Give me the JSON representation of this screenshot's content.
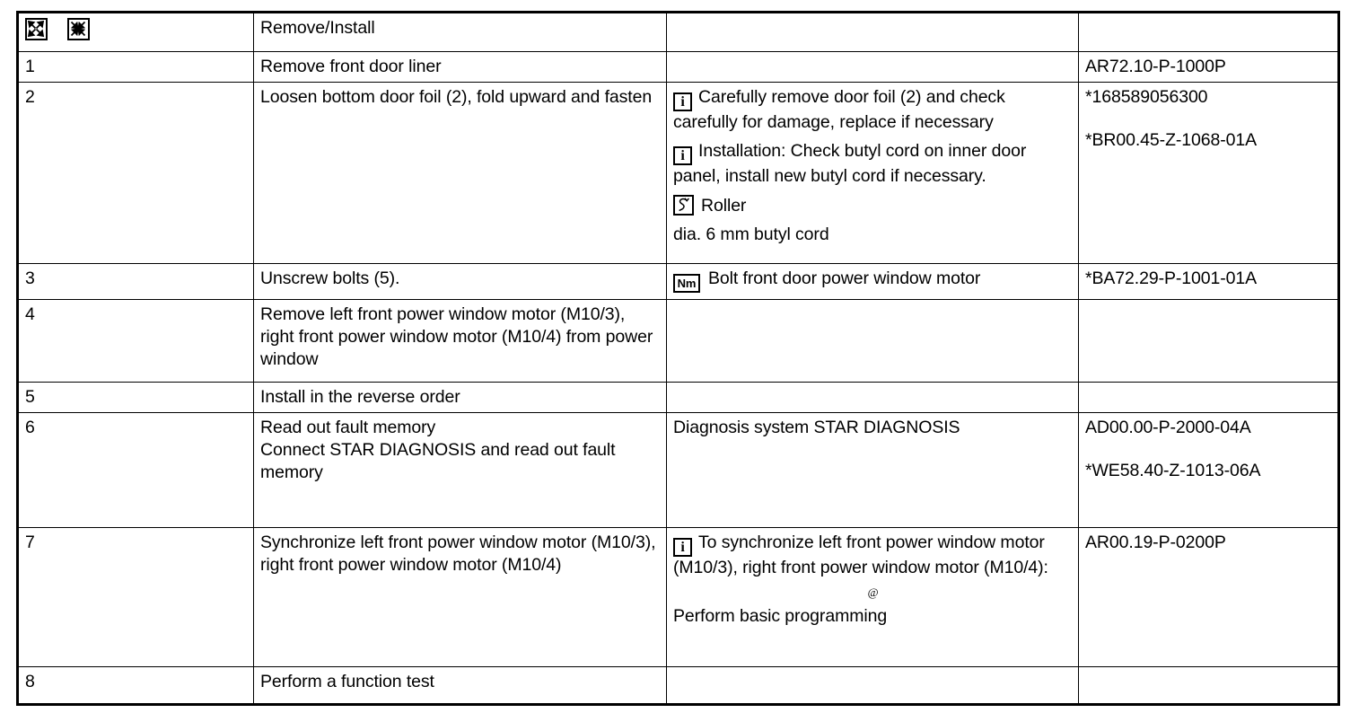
{
  "document": {
    "type": "service-procedure-table",
    "columns": [
      "",
      "",
      "",
      ""
    ]
  },
  "header_row": {
    "icons": [
      {
        "name": "expand-icon",
        "meaning": "expand"
      },
      {
        "name": "collapse-icon",
        "meaning": "collapse"
      }
    ],
    "title": "Remove/Install",
    "note": "",
    "doc_ref": ""
  },
  "rows": [
    {
      "step": "1",
      "work": "Remove front door liner",
      "notes": [],
      "note_tail": "",
      "docs": [
        "AR72.10-P-1000P"
      ]
    },
    {
      "step": "2",
      "work": "Loosen bottom door foil (2), fold upward and fasten",
      "notes": [
        {
          "icon": "info-icon",
          "icon_label": "i",
          "text": "Carefully remove door foil (2) and check carefully for damage, replace if necessary"
        },
        {
          "icon": "info-icon",
          "icon_label": "i",
          "text": "Installation:  Check butyl cord on inner door panel, install new butyl cord if necessary."
        },
        {
          "icon": "tool-icon",
          "icon_label": "",
          "text": "Roller"
        }
      ],
      "note_tail": "dia. 6 mm butyl cord",
      "docs": [
        "*168589056300",
        "*BR00.45-Z-1068-01A"
      ]
    },
    {
      "step": "3",
      "work": "Unscrew bolts (5).",
      "notes": [
        {
          "icon": "torque-icon",
          "icon_label": "Nm",
          "text": "Bolt front door power window motor"
        }
      ],
      "note_tail": "",
      "docs": [
        "*BA72.29-P-1001-01A"
      ]
    },
    {
      "step": "4",
      "work": "Remove left front power window motor (M10/3), right front power window motor (M10/4) from power window",
      "notes": [],
      "note_tail": "",
      "docs": []
    },
    {
      "step": "5",
      "work": "Install in the reverse order",
      "notes": [],
      "note_tail": "",
      "docs": []
    },
    {
      "step": "6",
      "work": "Read out fault memory\nConnect STAR DIAGNOSIS and read out fault memory",
      "notes": [],
      "note_tail": "Diagnosis system STAR DIAGNOSIS",
      "docs": [
        "AD00.00-P-2000-04A",
        "*WE58.40-Z-1013-06A"
      ]
    },
    {
      "step": "7",
      "work": "Synchronize left front power window motor (M10/3), right front power window motor (M10/4)",
      "notes": [
        {
          "icon": "info-icon",
          "icon_label": "i",
          "text": "To synchronize left front power window motor (M10/3), right front power window motor (M10/4):"
        }
      ],
      "at_symbol": "@",
      "note_tail": "Perform basic programming",
      "docs": [
        "AR00.19-P-0200P"
      ]
    },
    {
      "step": "8",
      "work": "Perform a function test",
      "notes": [],
      "note_tail": "",
      "docs": []
    }
  ]
}
